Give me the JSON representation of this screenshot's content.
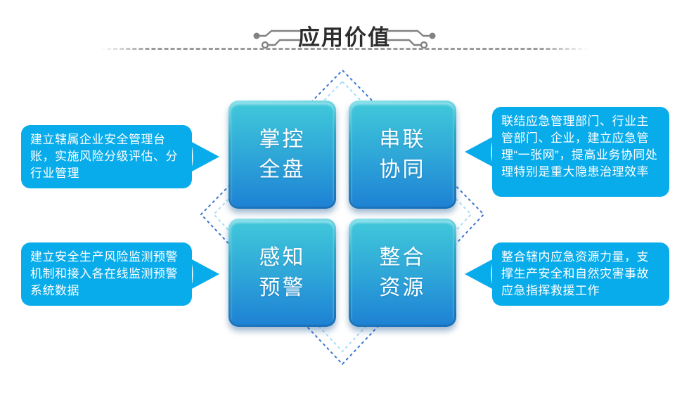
{
  "header": {
    "title": "应用价值"
  },
  "tiles": [
    {
      "id": "overall-control",
      "label": "掌控\n全盘"
    },
    {
      "id": "linked-coordination",
      "label": "串联\n协同"
    },
    {
      "id": "risk-sensing",
      "label": "感知\n预警"
    },
    {
      "id": "resource-integration",
      "label": "整合\n资源"
    }
  ],
  "callouts": {
    "left_top": {
      "text": "建立辖属企业安全管理台账，实施风险分级评估、分行业管理"
    },
    "left_bottom": {
      "text": "建立安全生产风险监测预警机制和接入各在线监测预警系统数据"
    },
    "right_top": {
      "text": "联结应急管理部门、行业主管部门、企业，建立应急管理“一张网”，提高业务协同处理特别是重大隐患治理效率"
    },
    "right_bottom": {
      "text": "整合辖内应急资源力量，支撑生产安全和自然灾害事故应急指挥救援工作"
    }
  },
  "colors": {
    "callout_blue": "#09aceb",
    "tile_gradient_top": "#40c8da",
    "tile_gradient_bottom": "#1e82d4",
    "diamond_outer_dash": "#3a77d3",
    "diamond_inner_dash": "#a8def5",
    "title_text": "#2d2d2d",
    "ornament_gray": "#828282",
    "divider_gray": "#9b9b9b"
  }
}
